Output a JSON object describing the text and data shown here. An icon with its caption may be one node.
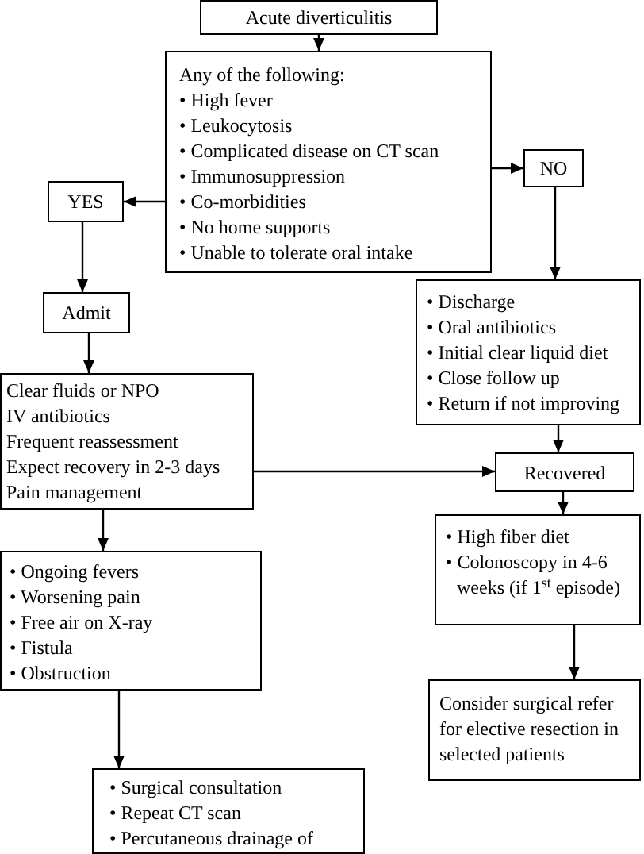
{
  "diagram": {
    "nodes": [
      {
        "text": [
          "Acute diverticulitis"
        ]
      },
      {
        "text": [
          "Any of the following:",
          "• High fever",
          "• Leukocytosis",
          "• Complicated disease on CT scan",
          "• Immunosuppression",
          "• Co-morbidities",
          "• No home supports",
          "• Unable to tolerate oral intake"
        ]
      },
      {
        "text": [
          "YES"
        ]
      },
      {
        "text": [
          "NO"
        ]
      },
      {
        "text": [
          "Admit"
        ]
      },
      {
        "text": [
          "• Discharge",
          "• Oral antibiotics",
          "• Initial clear liquid diet",
          "• Close follow up",
          "• Return if not improving"
        ]
      },
      {
        "text": [
          "Clear fluids or NPO",
          "IV antibiotics",
          "Frequent reassessment",
          "Expect recovery in 2-3 days",
          "Pain management"
        ]
      },
      {
        "text": [
          "Recovered"
        ]
      },
      {
        "text": [
          "• High fiber diet",
          "• Colonoscopy in 4-6 weeks (if 1$^{st}$ episode)"
        ]
      },
      {
        "text": [
          "• Ongoing fevers",
          "• Worsening pain",
          "• Free air on X-ray",
          "• Fistula",
          "• Obstruction"
        ]
      },
      {
        "text": [
          "Consider surgical refer for elective resection in selected patients"
        ]
      },
      {
        "text": [
          "• Surgical consultation",
          "• Repeat CT scan",
          "• Percutaneous drainage of"
        ]
      }
    ],
    "edges": [
      {
        "from": 0,
        "to": 1,
        "arrow": "to"
      },
      {
        "from": 1,
        "to": 2,
        "arrow": "to"
      },
      {
        "from": 1,
        "to": 3,
        "arrow": "to"
      },
      {
        "from": 2,
        "to": 4,
        "arrow": "to"
      },
      {
        "from": 3,
        "to": 5,
        "arrow": "to"
      },
      {
        "from": 4,
        "to": 6,
        "arrow": "to"
      },
      {
        "from": 5,
        "to": 7,
        "arrow": "to"
      },
      {
        "from": 6,
        "to": 7,
        "arrow": "to"
      },
      {
        "from": 7,
        "to": 8,
        "arrow": "to"
      },
      {
        "from": 6,
        "to": 9,
        "arrow": "to"
      },
      {
        "from": 9,
        "to": 11,
        "arrow": "to"
      },
      {
        "from": 8,
        "to": 10,
        "arrow": "to"
      }
    ]
  }
}
